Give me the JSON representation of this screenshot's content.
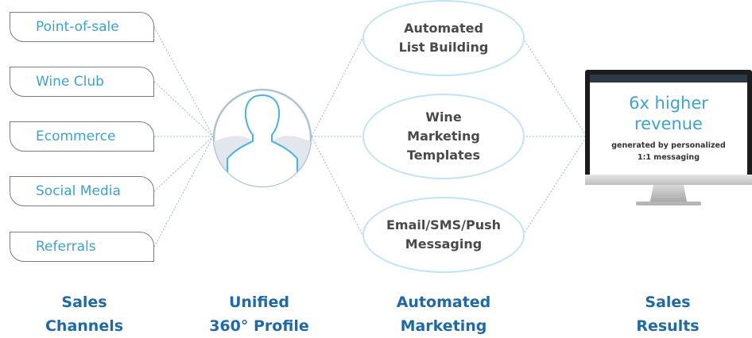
{
  "channels": [
    "Point-of-sale",
    "Wine Club",
    "Ecommerce",
    "Social Media",
    "Referrals"
  ],
  "marketing": [
    {
      "line1": "Automated",
      "line2": "List Building",
      "line3": ""
    },
    {
      "line1": "Wine",
      "line2": "Marketing",
      "line3": "Templates"
    },
    {
      "line1": "Email/SMS/Push",
      "line2": "Messaging",
      "line3": ""
    }
  ],
  "results": {
    "big1": "6x higher",
    "big2": "revenue",
    "small1": "generated by personalized",
    "small2": "1:1 messaging"
  },
  "columns": {
    "sales_channels": {
      "line1": "Sales",
      "line2": "Channels"
    },
    "unified_profile": {
      "line1": "Unified",
      "line2": "360° Profile"
    },
    "automated_marketing": {
      "line1": "Automated",
      "line2": "Marketing"
    },
    "sales_results": {
      "line1": "Sales",
      "line2": "Results"
    }
  },
  "colors": {
    "channel_text": "#3aa3cf",
    "channel_border": "#7d7d7d",
    "ellipse_border": "#bfe4f3",
    "column_label": "#1e6aa8",
    "connector": "#9ab8c8",
    "screen_big_text": "#3aa3cf"
  },
  "icons": [
    "person-silhouette-icon",
    "computer-monitor-icon"
  ]
}
